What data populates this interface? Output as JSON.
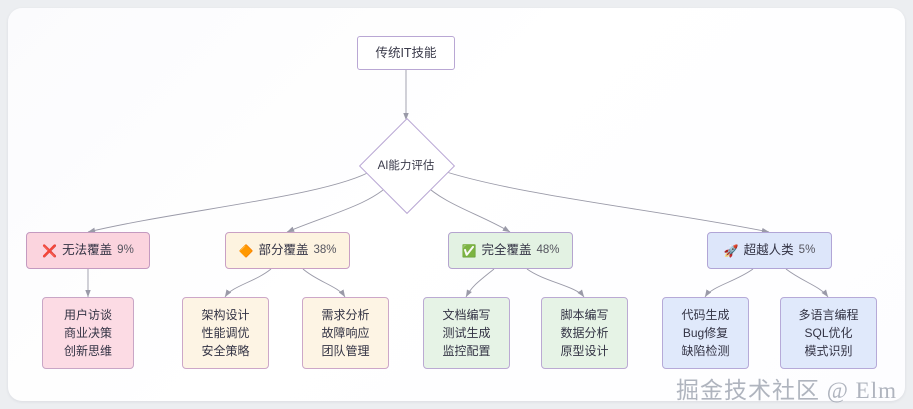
{
  "diagram": {
    "title": "AI能力评估",
    "root": {
      "label": "传统IT技能"
    },
    "decision": {
      "label": "AI能力评估"
    },
    "categories": [
      {
        "icon": "cross-mark-icon",
        "icon_glyph": "❌",
        "label": "无法覆盖",
        "percent": "9%",
        "color": "#fbd4de",
        "border": "#c49ac0",
        "children": [
          {
            "lines": [
              "用户访谈",
              "商业决策",
              "创新思维"
            ]
          }
        ]
      },
      {
        "icon": "orange-diamond-icon",
        "icon_glyph": "🔶",
        "label": "部分覆盖",
        "percent": "38%",
        "color": "#fdf3e0",
        "border": "#c9a0c4",
        "children": [
          {
            "lines": [
              "架构设计",
              "性能调优",
              "安全策略"
            ]
          },
          {
            "lines": [
              "需求分析",
              "故障响应",
              "团队管理"
            ]
          }
        ]
      },
      {
        "icon": "check-mark-icon",
        "icon_glyph": "✅",
        "label": "完全覆盖",
        "percent": "48%",
        "color": "#e3f2e3",
        "border": "#b5a4cf",
        "children": [
          {
            "lines": [
              "文档编写",
              "测试生成",
              "监控配置"
            ]
          },
          {
            "lines": [
              "脚本编写",
              "数据分析",
              "原型设计"
            ]
          }
        ]
      },
      {
        "icon": "rocket-icon",
        "icon_glyph": "🚀",
        "label": "超越人类",
        "percent": "5%",
        "color": "#dde6fa",
        "border": "#b1a5d6",
        "children": [
          {
            "lines": [
              "代码生成",
              "Bug修复",
              "缺陷检测"
            ]
          },
          {
            "lines": [
              "多语言编程",
              "SQL优化",
              "模式识别"
            ]
          }
        ]
      }
    ]
  },
  "watermark": {
    "text": "掘金技术社区 @ Elm"
  },
  "colors": {
    "edge": "#9a9aa8",
    "node_border": "#b9a7d4",
    "canvas_bg": "#ffffff",
    "page_bg": "#eceef1"
  }
}
